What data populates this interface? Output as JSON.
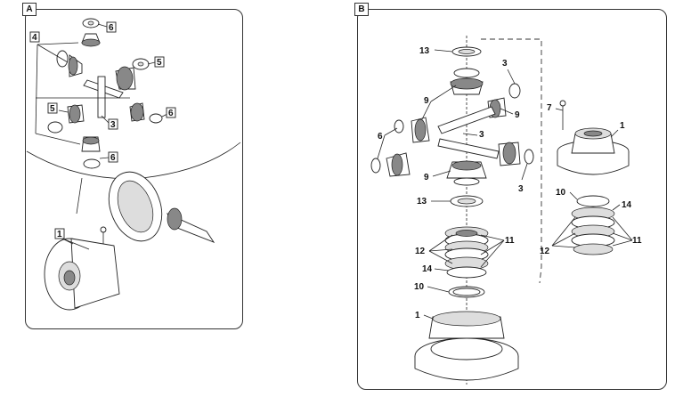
{
  "panel_a": {
    "tag": "A",
    "callouts": {
      "c4": "4",
      "c6a": "6",
      "c5a": "5",
      "c5b": "5",
      "c3": "3",
      "c6b": "6",
      "c6c": "6",
      "c1": "1"
    }
  },
  "panel_b": {
    "tag": "B",
    "callouts": {
      "c13a": "13",
      "c3a": "3",
      "c9a": "9",
      "c9b": "9",
      "c7": "7",
      "c1a": "1",
      "c6": "6",
      "c3b": "3",
      "c9c": "9",
      "c3c": "3",
      "c13b": "13",
      "c10a": "10",
      "c14a": "14",
      "c12a": "12",
      "c11a": "11",
      "c12b": "12",
      "c11b": "11",
      "c14b": "14",
      "c10b": "10",
      "c1b": "1"
    }
  }
}
